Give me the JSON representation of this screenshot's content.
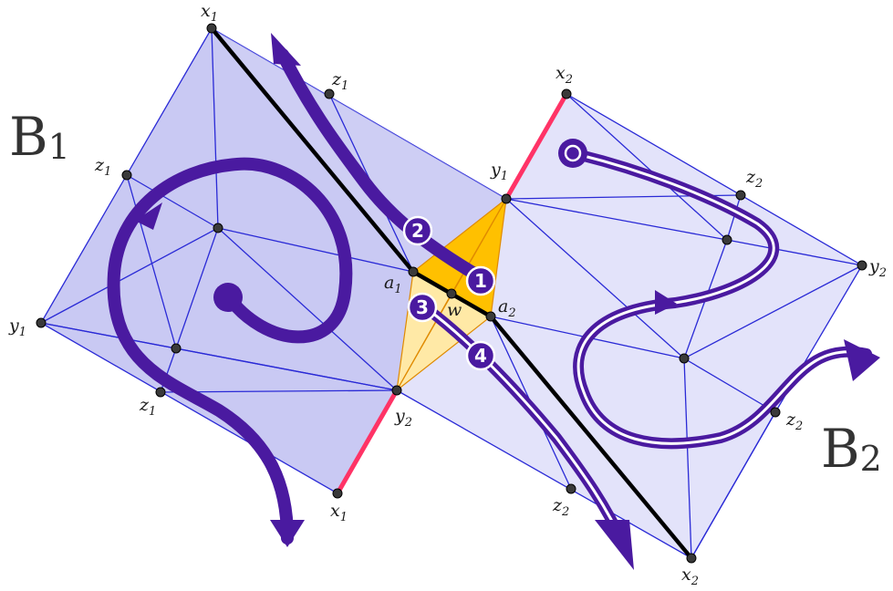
{
  "blocks": {
    "b1": {
      "letter": "B",
      "index": "1"
    },
    "b2": {
      "letter": "B",
      "index": "2"
    }
  },
  "vertex_labels": {
    "x1_top": {
      "base": "x",
      "sub": "1"
    },
    "x1_bottom": {
      "base": "x",
      "sub": "1"
    },
    "x2_top": {
      "base": "x",
      "sub": "2"
    },
    "x2_bottom": {
      "base": "x",
      "sub": "2"
    },
    "y1_left": {
      "base": "y",
      "sub": "1"
    },
    "y1_mid": {
      "base": "y",
      "sub": "1"
    },
    "y2_mid": {
      "base": "y",
      "sub": "2"
    },
    "y2_right": {
      "base": "y",
      "sub": "2"
    },
    "z1_top": {
      "base": "z",
      "sub": "1"
    },
    "z1_left": {
      "base": "z",
      "sub": "1"
    },
    "z1_bottom": {
      "base": "z",
      "sub": "1"
    },
    "z2_top": {
      "base": "z",
      "sub": "2"
    },
    "z2_right": {
      "base": "z",
      "sub": "2"
    },
    "z2_bottom": {
      "base": "z",
      "sub": "2"
    },
    "a1": {
      "base": "a",
      "sub": "1"
    },
    "a2": {
      "base": "a",
      "sub": "2"
    },
    "w": {
      "base": "w",
      "sub": ""
    }
  },
  "badges": [
    "1",
    "2",
    "3",
    "4"
  ],
  "colors": {
    "b1_fill": "#c9c9f3",
    "b2_fill": "#e3e3fa",
    "edge": "#2a2ad6",
    "path": "#4a1aa0",
    "highlight": "#ff3366",
    "orange": "#ffc000",
    "light_orange": "#ffe9a6"
  }
}
